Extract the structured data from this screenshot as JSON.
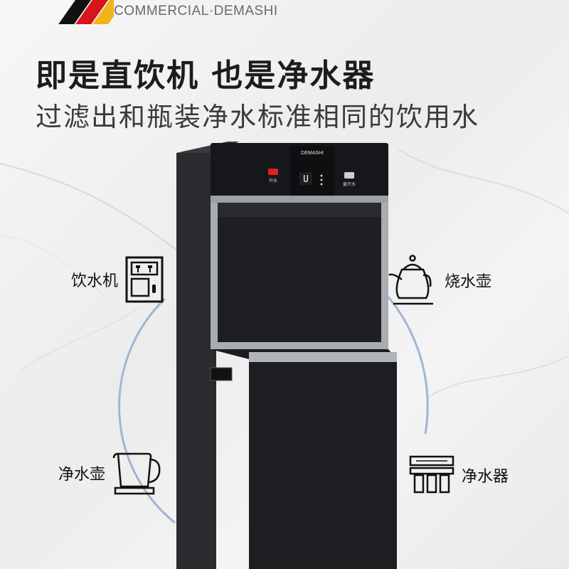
{
  "brand": {
    "tagline": "COMMERCIAL·DEMASHI",
    "stripe_colors": [
      "#111111",
      "#d8141c",
      "#f1b51c"
    ]
  },
  "headline": "即是直饮机 也是净水器",
  "subline": "过滤出和瓶装净水标准相同的饮用水",
  "product": {
    "logo": "DEMASHI",
    "left_button": "开水",
    "right_button": "童开水",
    "display_digit": "U"
  },
  "features": [
    {
      "id": "drinking-fountain",
      "label": "饮水机",
      "icon": "water-dispenser-icon"
    },
    {
      "id": "kettle",
      "label": "烧水壶",
      "icon": "kettle-icon"
    },
    {
      "id": "electric-kettle",
      "label": "净水壶",
      "icon": "electric-kettle-icon"
    },
    {
      "id": "purifier",
      "label": "净水器",
      "icon": "water-purifier-icon"
    }
  ],
  "colors": {
    "arc": "#9fb6d4",
    "machine_body": "#1d1e21",
    "metal": "#b9bcc0"
  }
}
